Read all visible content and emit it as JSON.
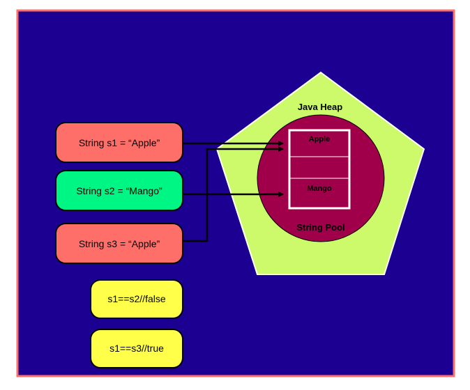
{
  "diagram": {
    "heap_label": "Java Heap",
    "pool_label": "String Pool",
    "pool_slots": [
      "Apple",
      "",
      "Mango"
    ],
    "variables": [
      {
        "label": "String s1 = “Apple”",
        "color": "#ff6f6a"
      },
      {
        "label": "String s2 = “Mango”",
        "color": "#00f684"
      },
      {
        "label": "String s3 = “Apple”",
        "color": "#ff6f6a"
      }
    ],
    "comparisons": [
      {
        "label": "s1==s2//false",
        "color": "#ffff4a"
      },
      {
        "label": "s1==s3//true",
        "color": "#ffff4a"
      }
    ],
    "colors": {
      "background": "#1c0092",
      "border": "#ff6f6a",
      "heap": "#ccfa6a",
      "pool": "#a0004a",
      "slot_border": "#ffffff",
      "arrow": "#000000"
    }
  }
}
